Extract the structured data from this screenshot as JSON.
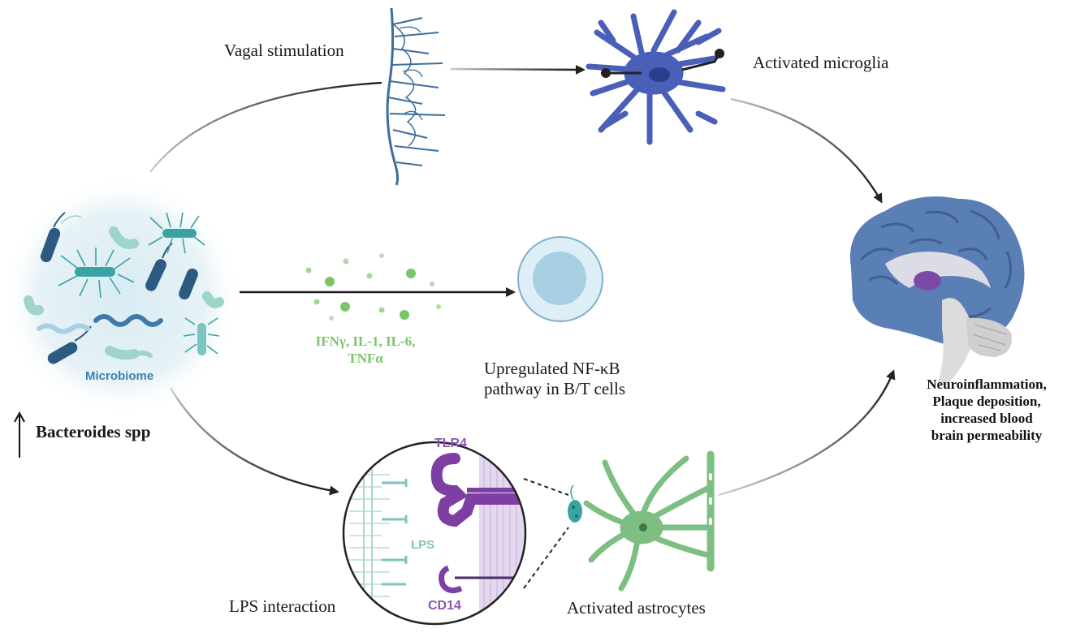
{
  "labels": {
    "vagal": "Vagal stimulation",
    "microglia": "Activated microglia",
    "cytokines_line1": "IFNγ, IL-1, IL-6,",
    "cytokines_line2": "TNFα",
    "nfkb_line1": "Upregulated NF-κB",
    "nfkb_line2": "pathway in B/T cells",
    "microbiome": "Microbiome",
    "bacteroides": "Bacteroides spp",
    "outcome_line1": "Neuroinflammation,",
    "outcome_line2": "Plaque deposition,",
    "outcome_line3": "increased blood",
    "outcome_line4": "brain permeability",
    "tlr4": "TLR4",
    "lps": "LPS",
    "cd14": "CD14",
    "lps_interaction": "LPS interaction",
    "astrocytes": "Activated astrocytes"
  },
  "colors": {
    "neuron": "#3c6e9c",
    "microglia": "#4a5fb8",
    "cytokine": "#7cc46a",
    "cell_fill": "#cde3ef",
    "cell_stroke": "#7fb1cc",
    "brain": "#5a7fb5",
    "receptor": "#7e3fa5",
    "astrocyte": "#7dbf82",
    "bacteria_dark": "#2c5a80",
    "bacteria_teal": "#3aa3a3",
    "bacteria_light": "#9fd4cc",
    "arrow": "#222222"
  },
  "icons": {
    "up_arrow": "up-arrow-icon"
  }
}
